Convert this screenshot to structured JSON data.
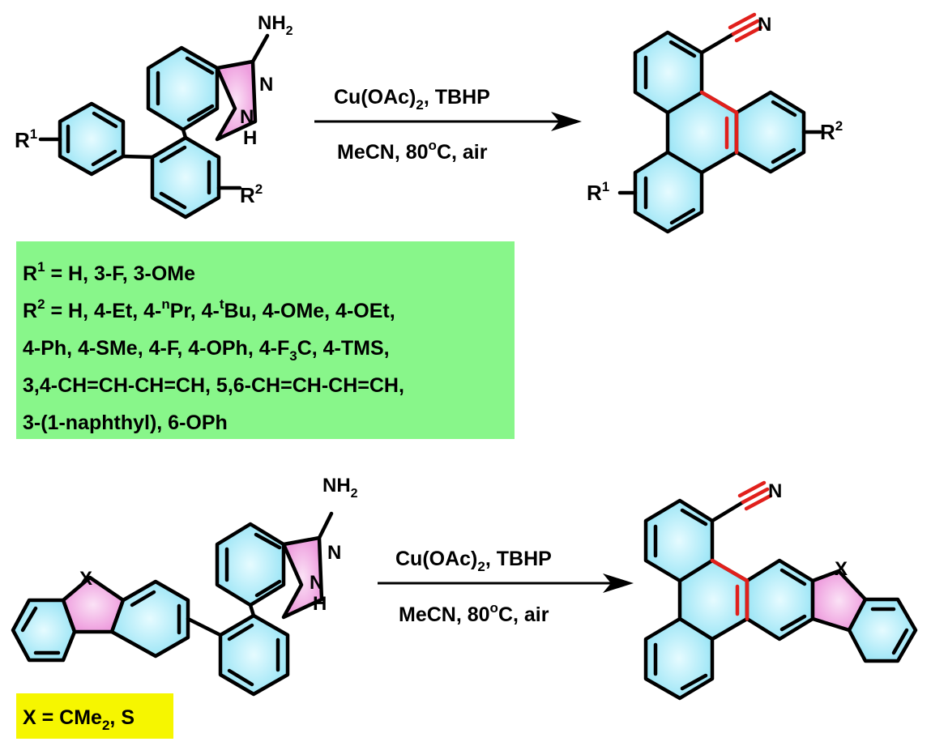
{
  "reaction1": {
    "reagents_above": {
      "a": "Cu(OAc)",
      "sub": "2",
      "b": ", TBHP"
    },
    "conditions_below": {
      "a": "MeCN, 80",
      "sup": "o",
      "b": "C, air"
    },
    "reactant_labels": {
      "nh2": {
        "a": "NH",
        "sub": "2"
      },
      "n": "N",
      "nh_n": "N",
      "nh_h": "H",
      "r1": {
        "a": "R",
        "sup": "1"
      },
      "r2": {
        "a": "R",
        "sup": "2"
      }
    },
    "product_labels": {
      "n": "N",
      "r1": {
        "a": "R",
        "sup": "1"
      },
      "r2": {
        "a": "R",
        "sup": "2"
      }
    }
  },
  "scope_box": {
    "color": "#88f68a",
    "line1": {
      "a": "R",
      "sup": "1",
      "b": " = H, 3-F,  3-OMe"
    },
    "line2": {
      "a": "R",
      "sup": "2",
      "b": " = H, 4-Et, 4-",
      "sup2": "n",
      "c": "Pr, 4-",
      "sup3": "t",
      "d": "Bu, 4-OMe, 4-OEt,"
    },
    "line3": {
      "a": "4-Ph, 4-SMe, 4-F,  4-OPh, 4-F",
      "sub": "3",
      "b": "C, 4-TMS,"
    },
    "line4": "3,4-CH=CH-CH=CH, 5,6-CH=CH-CH=CH,",
    "line5": "3-(1-naphthyl), 6-OPh"
  },
  "reaction2": {
    "reagents_above": {
      "a": "Cu(OAc)",
      "sub": "2",
      "b": ", TBHP"
    },
    "conditions_below": {
      "a": "MeCN, 80",
      "sup": "o",
      "b": "C, air"
    },
    "reactant_labels": {
      "x": "X",
      "nh2": {
        "a": "NH",
        "sub": "2"
      },
      "n": "N",
      "nh_n": "N",
      "nh_h": "H"
    },
    "product_labels": {
      "n": "N",
      "x": "X"
    }
  },
  "x_box": {
    "color": "#f6f600",
    "text": {
      "a": "X = CMe",
      "sub": "2",
      "b": ", S"
    }
  },
  "colors": {
    "benzene_fill": "#b9f1fb",
    "five_ring_fill": "#f4b0e6",
    "new_bond": "#e1201c",
    "bond": "#000000"
  }
}
